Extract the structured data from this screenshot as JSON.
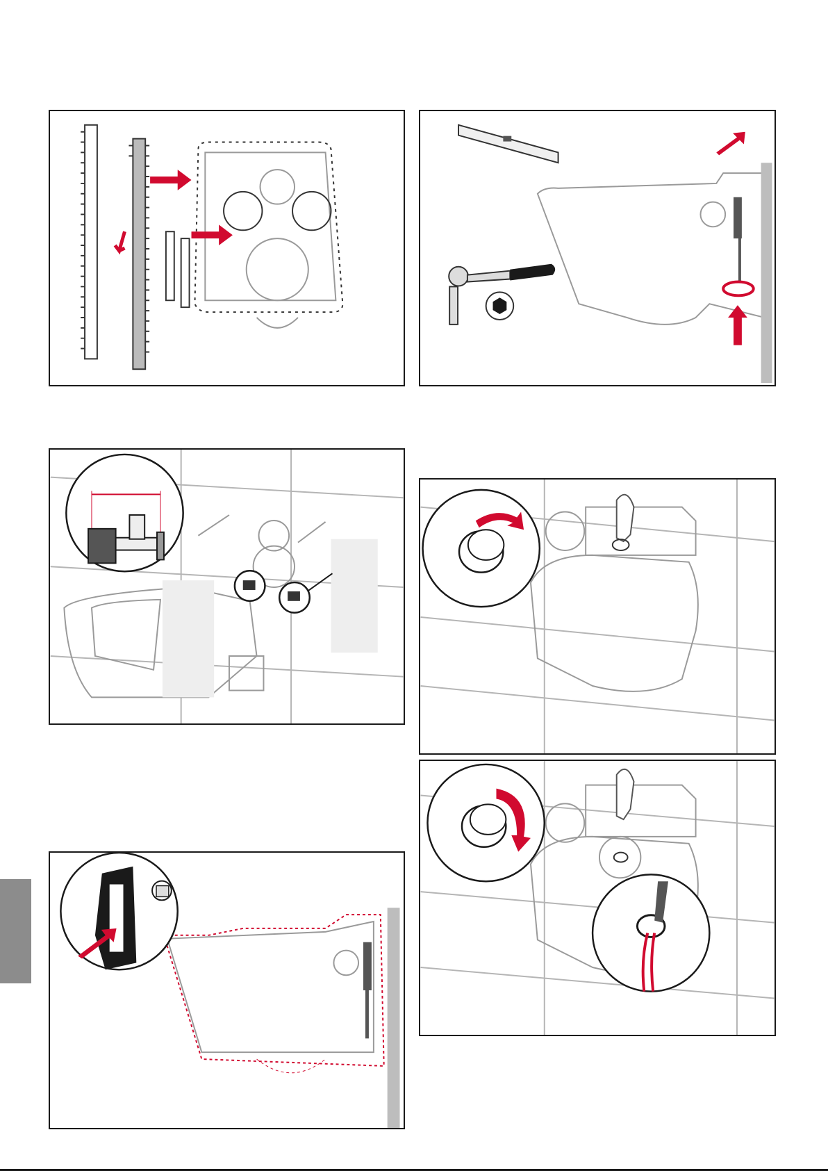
{
  "page": {
    "title": "",
    "accent_color": "#d10a2f",
    "side_tab_color": "#8c8c8c"
  },
  "panels": [
    {
      "id": "seal-strip-trim",
      "icons": [
        "seal-strip-icon",
        "rear-seal-icon",
        "arrow-icon"
      ]
    },
    {
      "id": "level-and-tighten",
      "icons": [
        "spirit-level-icon",
        "ratchet-wrench-icon",
        "hex-socket-icon",
        "rotate-icon",
        "arrow-icon"
      ]
    },
    {
      "id": "water-connection",
      "icons": [
        "angle-valve-icon",
        "connector-icon",
        "dimension-icon"
      ]
    },
    {
      "id": "flush-button-press",
      "icons": [
        "hand-icon",
        "button-detail-icon",
        "rotate-arrow-icon"
      ]
    },
    {
      "id": "bracket-fastening",
      "icons": [
        "bracket-icon",
        "screw-icon",
        "arrow-icon"
      ]
    },
    {
      "id": "flush-button-release",
      "icons": [
        "hand-icon",
        "button-detail-icon",
        "rotate-arrow-icon",
        "water-jet-icon"
      ]
    }
  ]
}
